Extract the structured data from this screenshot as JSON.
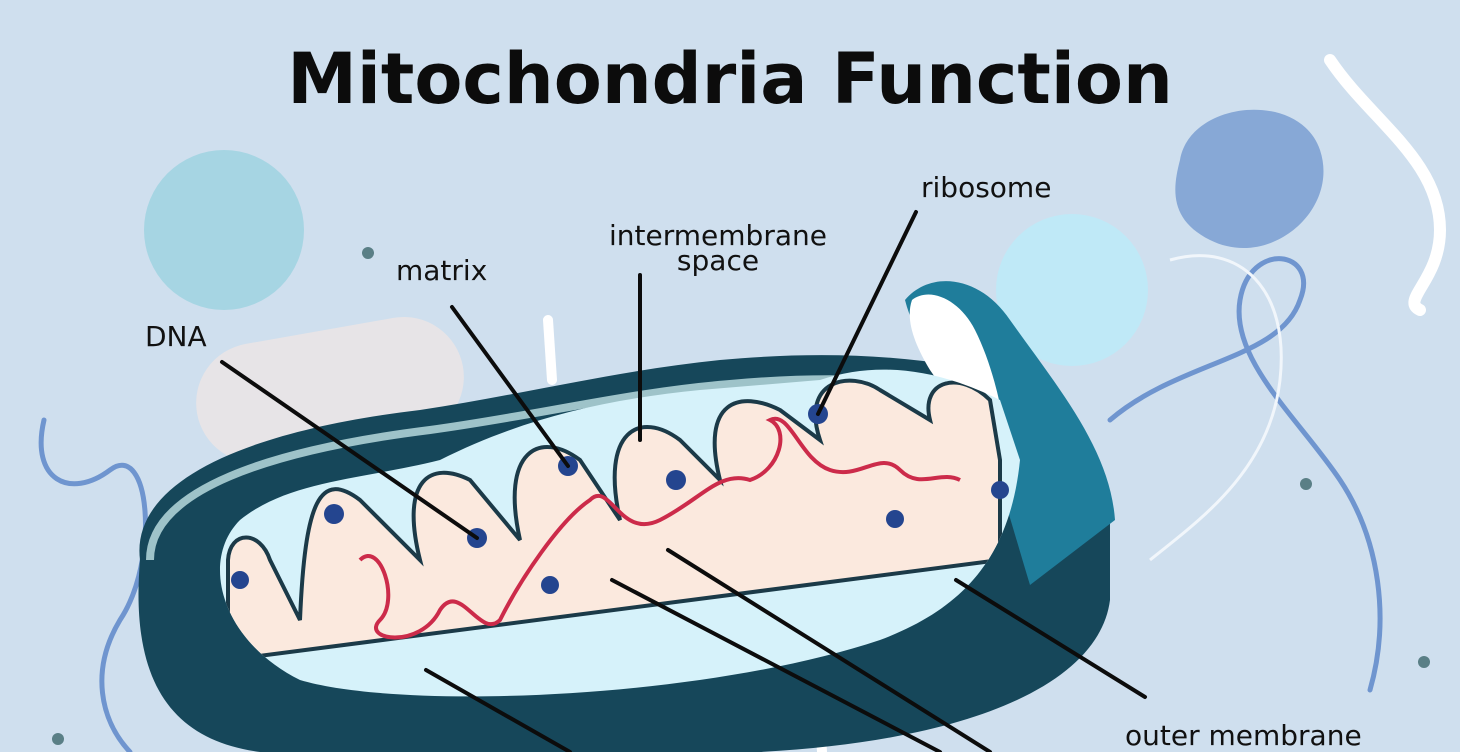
{
  "title": "Mitochondria Function",
  "labels": {
    "dna": "DNA",
    "matrix": "matrix",
    "intermembrane_line1": "intermembrane",
    "intermembrane_line2": "space",
    "ribosome": "ribosome",
    "outer_membrane": "outer membrane"
  },
  "colors": {
    "background": "#cfdfee",
    "outer_membrane": "#16475a",
    "outer_membrane_top": "#1f6f8a",
    "inner_membrane_edge": "#9ec3c9",
    "cristae_fill": "#fbe9de",
    "matrix_glow": "#d6f2fa",
    "ribosome": "#24458f",
    "dna": "#cc2b4a",
    "decor_blue_blob": "#87a8d6",
    "decor_teal_circle": "#a6d5e3",
    "decor_line": "#6f95cf"
  }
}
